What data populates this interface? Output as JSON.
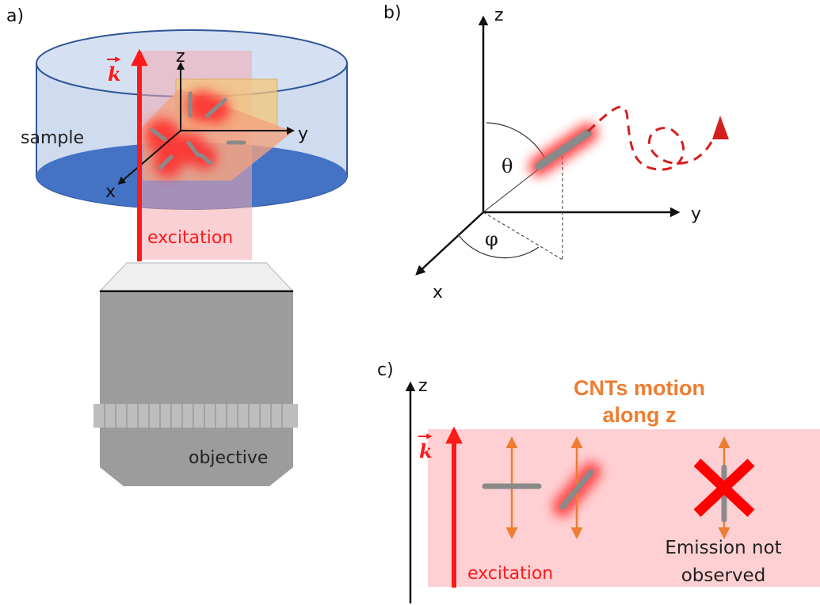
{
  "panels": {
    "a": "a)",
    "b": "b)",
    "c": "c)"
  },
  "panel_a": {
    "k_vector": "k",
    "sample_label": "sample",
    "excitation_label": "excitation",
    "objective_label": "objective",
    "axes": {
      "z": "z",
      "y": "y",
      "x": "x"
    }
  },
  "panel_b": {
    "axes": {
      "z": "z",
      "y": "y",
      "x": "x"
    },
    "polar_angle": "θ",
    "azimuth_angle": "φ"
  },
  "panel_c": {
    "axis_z": "z",
    "k_vector": "k",
    "title_line1": "CNTs motion",
    "title_line2": "along z",
    "excitation_label": "excitation",
    "emission_line1": "Emission not",
    "emission_line2": "observed"
  },
  "colors": {
    "laser_red": "#ff1a1a",
    "excitation_pink": "#ffc9cc",
    "sample_fill": "#cfdcf0",
    "sample_bottom": "#4472c4",
    "sample_outline": "#2f5597",
    "objective_gray": "#9c9c9c",
    "cnt_gray": "#8a8a8a",
    "motion_orange": "#ed7d31",
    "axis_black": "#111111"
  }
}
